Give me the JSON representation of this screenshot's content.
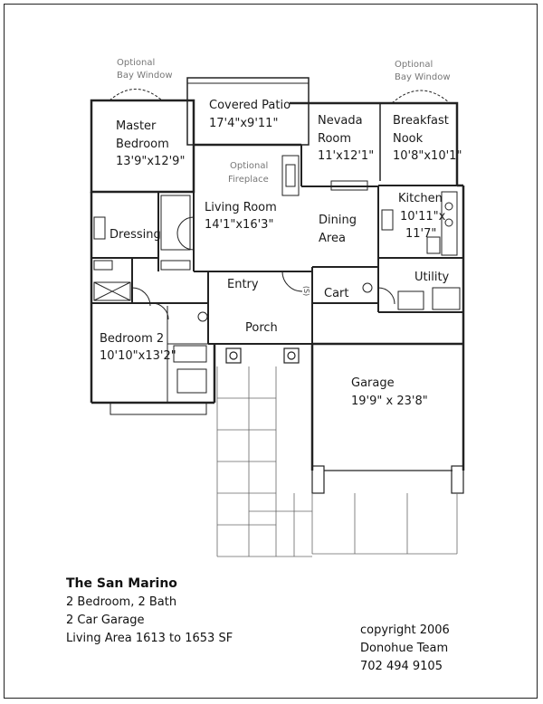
{
  "rooms": {
    "covered_patio": {
      "name": "Covered Patio",
      "dims": "17'4\"x9'11\""
    },
    "master_bedroom": {
      "name1": "Master",
      "name2": "Bedroom",
      "dims": "13'9\"x12'9\""
    },
    "nevada_room": {
      "name1": "Nevada",
      "name2": "Room",
      "dims": "11'x12'1\""
    },
    "breakfast_nook": {
      "name1": "Breakfast",
      "name2": "Nook",
      "dims": "10'8\"x10'1\""
    },
    "living_room": {
      "name": "Living Room",
      "dims": "14'1\"x16'3\""
    },
    "kitchen": {
      "name": "Kitchen",
      "dims1": "10'11\"x",
      "dims2": "11'7\""
    },
    "dining_area": {
      "name1": "Dining",
      "name2": "Area"
    },
    "dressing": {
      "name": "Dressing"
    },
    "entry": {
      "name": "Entry"
    },
    "cart": {
      "name": "Cart"
    },
    "utility": {
      "name": "Utility"
    },
    "porch": {
      "name": "Porch"
    },
    "bedroom_2": {
      "name": "Bedroom 2",
      "dims": "10'10\"x13'2\""
    },
    "garage": {
      "name": "Garage",
      "dims": "19'9\" x 23'8\""
    }
  },
  "notes": {
    "bay_window_left": {
      "line1": "Optional",
      "line2": "Bay Window"
    },
    "bay_window_right": {
      "line1": "Optional",
      "line2": "Bay Window"
    },
    "fireplace": {
      "line1": "Optional",
      "line2": "Fireplace"
    },
    "closet_tag": "(S)"
  },
  "info": {
    "title": "The San Marino",
    "line1": "2 Bedroom, 2 Bath",
    "line2": "2 Car Garage",
    "line3": "Living Area 1613 to 1653 SF"
  },
  "credit": {
    "line1": "copyright 2006",
    "line2": "Donohue Team",
    "line3": "702 494 9105"
  }
}
